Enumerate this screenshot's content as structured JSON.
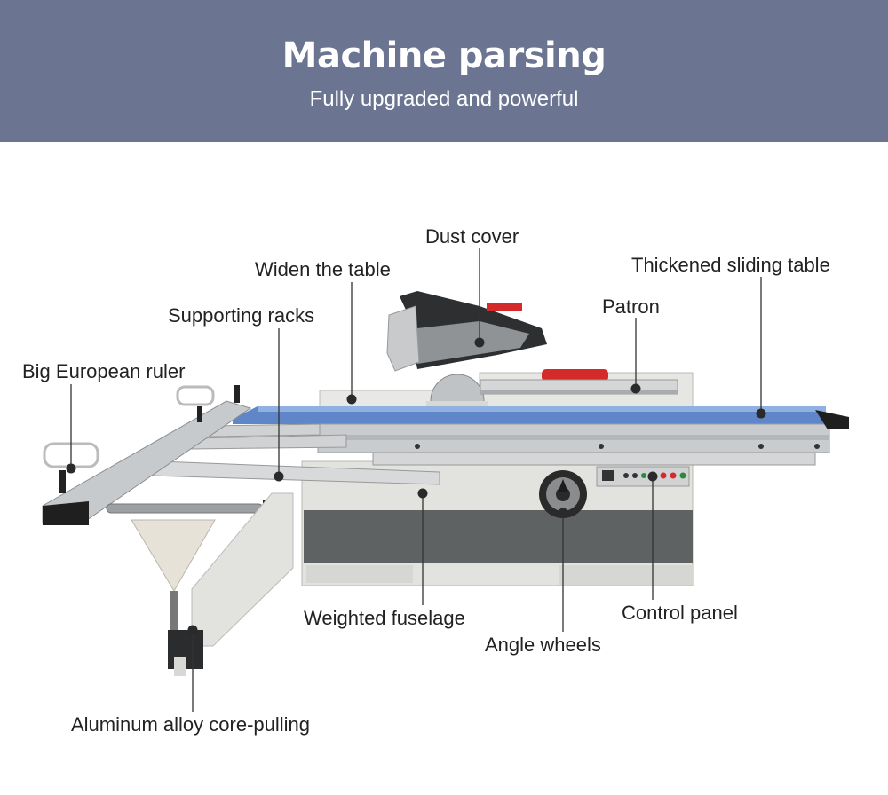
{
  "header": {
    "title": "Machine parsing",
    "subtitle": "Fully upgraded and powerful",
    "background_color": "#6b7592"
  },
  "callouts": {
    "dust_cover": "Dust cover",
    "widen_table": "Widen the table",
    "thickened_sliding_table": "Thickened sliding table",
    "patron": "Patron",
    "supporting_racks": "Supporting racks",
    "big_european_ruler": "Big European ruler",
    "weighted_fuselage": "Weighted fuselage",
    "control_panel": "Control panel",
    "angle_wheels": "Angle wheels",
    "aluminum_core_pulling": "Aluminum alloy core-pulling"
  },
  "colors": {
    "leader_line": "#333333",
    "body_grey": "#5e6263",
    "frame_light": "#e2e2de",
    "rail_silver": "#c9ccce",
    "table_blue": "#5f86c8",
    "accent_red": "#d42a2a"
  }
}
